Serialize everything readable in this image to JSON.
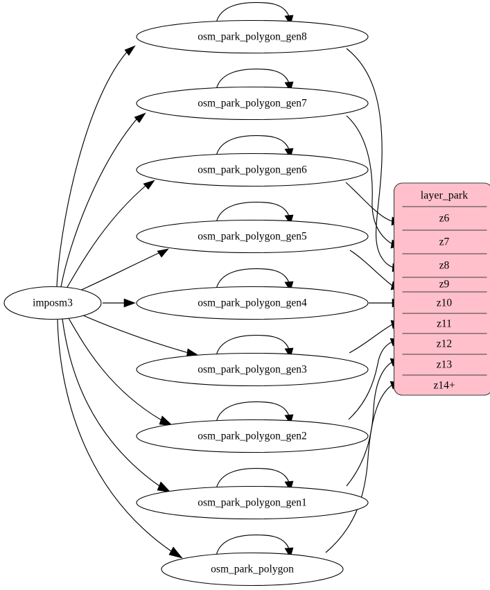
{
  "diagram": {
    "type": "directed-graph",
    "title": "",
    "source_node": {
      "id": "imposm3",
      "label": "imposm3",
      "shape": "ellipse"
    },
    "generalized_nodes": [
      {
        "id": "gen8",
        "label": "osm_park_polygon_gen8",
        "shape": "ellipse",
        "self_loop": true
      },
      {
        "id": "gen7",
        "label": "osm_park_polygon_gen7",
        "shape": "ellipse",
        "self_loop": true
      },
      {
        "id": "gen6",
        "label": "osm_park_polygon_gen6",
        "shape": "ellipse",
        "self_loop": true
      },
      {
        "id": "gen5",
        "label": "osm_park_polygon_gen5",
        "shape": "ellipse",
        "self_loop": true
      },
      {
        "id": "gen4",
        "label": "osm_park_polygon_gen4",
        "shape": "ellipse",
        "self_loop": true
      },
      {
        "id": "gen3",
        "label": "osm_park_polygon_gen3",
        "shape": "ellipse",
        "self_loop": true
      },
      {
        "id": "gen2",
        "label": "osm_park_polygon_gen2",
        "shape": "ellipse",
        "self_loop": true
      },
      {
        "id": "gen1",
        "label": "osm_park_polygon_gen1",
        "shape": "ellipse",
        "self_loop": true
      },
      {
        "id": "base",
        "label": "osm_park_polygon",
        "shape": "ellipse",
        "self_loop": true
      }
    ],
    "record_table": {
      "id": "layer_park",
      "shape": "record",
      "fill_color": "#ffc0cb",
      "border_color": "#3b3b3b",
      "title": "layer_park",
      "rows": [
        {
          "id": "z6",
          "label": "z6"
        },
        {
          "id": "z7",
          "label": "z7"
        },
        {
          "id": "z8",
          "label": "z8"
        },
        {
          "id": "z9",
          "label": "z9"
        },
        {
          "id": "z10",
          "label": "z10"
        },
        {
          "id": "z11",
          "label": "z11"
        },
        {
          "id": "z12",
          "label": "z12"
        },
        {
          "id": "z13",
          "label": "z13"
        },
        {
          "id": "z14+",
          "label": "z14+"
        }
      ]
    },
    "edges": [
      {
        "from": "imposm3",
        "to": "gen8"
      },
      {
        "from": "imposm3",
        "to": "gen7"
      },
      {
        "from": "imposm3",
        "to": "gen6"
      },
      {
        "from": "imposm3",
        "to": "gen5"
      },
      {
        "from": "imposm3",
        "to": "gen4"
      },
      {
        "from": "imposm3",
        "to": "gen3"
      },
      {
        "from": "imposm3",
        "to": "gen2"
      },
      {
        "from": "imposm3",
        "to": "gen1"
      },
      {
        "from": "imposm3",
        "to": "base"
      },
      {
        "from": "gen8",
        "to": "z8"
      },
      {
        "from": "gen7",
        "to": "z7"
      },
      {
        "from": "gen6",
        "to": "z6"
      },
      {
        "from": "gen5",
        "to": "z9"
      },
      {
        "from": "gen4",
        "to": "z10"
      },
      {
        "from": "gen3",
        "to": "z11"
      },
      {
        "from": "gen2",
        "to": "z12"
      },
      {
        "from": "gen1",
        "to": "z13"
      },
      {
        "from": "base",
        "to": "z14+"
      },
      {
        "from": "gen8",
        "to": "gen8",
        "self": true
      },
      {
        "from": "gen7",
        "to": "gen7",
        "self": true
      },
      {
        "from": "gen6",
        "to": "gen6",
        "self": true
      },
      {
        "from": "gen5",
        "to": "gen5",
        "self": true
      },
      {
        "from": "gen4",
        "to": "gen4",
        "self": true
      },
      {
        "from": "gen3",
        "to": "gen3",
        "self": true
      },
      {
        "from": "gen2",
        "to": "gen2",
        "self": true
      },
      {
        "from": "gen1",
        "to": "gen1",
        "self": true
      },
      {
        "from": "base",
        "to": "base",
        "self": true
      }
    ]
  }
}
